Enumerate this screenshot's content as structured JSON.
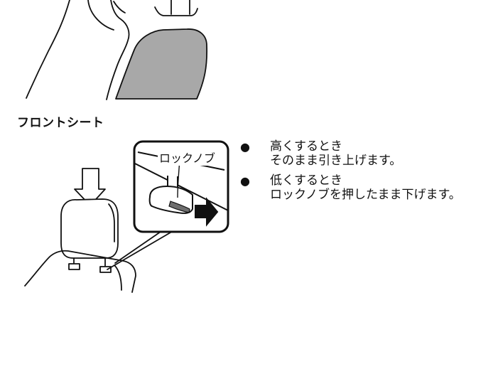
{
  "section": {
    "title": "フロントシート"
  },
  "callout": {
    "label": "ロックノブ"
  },
  "instructions": [
    {
      "bullet": "●",
      "heading": "高くするとき",
      "body": "そのまま引き上げます。"
    },
    {
      "bullet": "●",
      "heading": "低くするとき",
      "body": "ロックノブを押したまま下げます。"
    }
  ],
  "colors": {
    "seat_gray": "#a8a8a8",
    "line": "#111111",
    "paper": "#ffffff"
  }
}
